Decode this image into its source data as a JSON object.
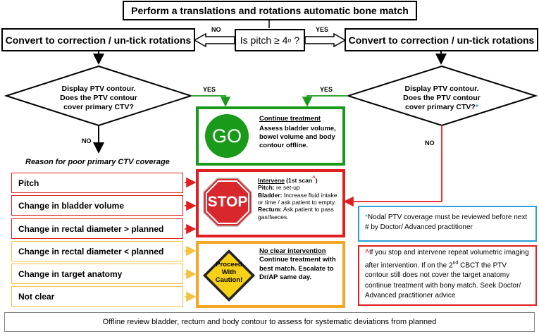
{
  "top_box": "Perform a translations and rotations automatic bone match",
  "left_convert": "Convert to correction / un-tick rotations",
  "right_convert": "Convert to correction / un-tick rotations",
  "pitch_question": "Is pitch ≥ 4",
  "pitch_sup": "o",
  "pitch_q_mark": "?",
  "label_no_top": "NO",
  "label_yes_top": "YES",
  "left_diamond": {
    "l1": "Display PTV contour.",
    "l2": "Does the PTV contour",
    "l3": "cover primary CTV?"
  },
  "right_diamond": {
    "l1": "Display PTV contour.",
    "l2": "Does the PTV contour",
    "l3": "cover primary CTV?",
    "star": "*"
  },
  "label_yes_left": "YES",
  "label_yes_right": "YES",
  "label_no_left": "NO",
  "label_no_right": "NO",
  "reason_title": "Reason for poor primary CTV coverage",
  "reasons_red": [
    "Pitch",
    "Change in bladder volume",
    "Change in rectal diameter > planned"
  ],
  "reasons_amber": [
    "Change in rectal diameter < planned",
    "Change in target anatomy",
    "Not clear"
  ],
  "go_panel": {
    "sign": "GO",
    "heading": "Continue treatment",
    "body": "Assess bladder volume, bowel volume and body contour offline."
  },
  "stop_panel": {
    "sign": "STOP",
    "heading": "Intervene",
    "heading_suffix": " (1st scan",
    "caret": "^",
    "close": ")",
    "pitch_label": "Pitch:",
    "pitch_text": " re set-up",
    "bladder_label": "Bladder:",
    "bladder_text": " Increase fluid intake or time / ask patient to empty.",
    "rectum_label": "Rectum:",
    "rectum_text": " Ask patient to pass gas/faeces."
  },
  "caution_panel": {
    "sign_l1": "Proceed",
    "sign_l2": "With",
    "sign_l3": "Caution!",
    "heading": "No clear intervention",
    "body": "Continue treatment with best match. Escalate to Dr/AP same day."
  },
  "note_blue": {
    "star": "*",
    "text": "Nodal PTV coverage must be reviewed before next # by Doctor/ Advanced practitioner"
  },
  "note_red": {
    "caret": "^",
    "t1": "If you stop and intervene repeat volumetric imaging after intervention. If on the 2",
    "sup": "nd",
    "t2": " CBCT the PTV contour still does not cover the target anatomy continue treatment with bony match. Seek Doctor/ Advanced practitioner advice"
  },
  "bottom_box": "Offline review bladder, rectum and body contour to assess for systematic deviations from planned",
  "colors": {
    "green": "#1a9a1a",
    "red": "#e02020",
    "amber": "#f5a623",
    "blue": "#2aa0d8",
    "stop_red": "#d8272d",
    "caution_yellow": "#f7d117"
  }
}
